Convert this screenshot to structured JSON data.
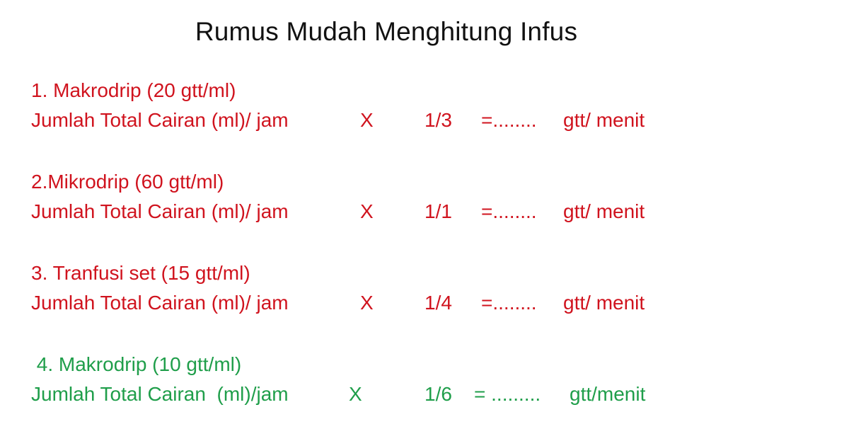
{
  "title": "Rumus Mudah Menghitung Infus",
  "colors": {
    "title": "#111111",
    "red": "#d0131e",
    "green": "#1f9e4a"
  },
  "formulas": [
    {
      "heading": "1. Makrodrip (20 gtt/ml)",
      "lhs": "Jumlah Total Cairan (ml)/ jam",
      "op": "X",
      "factor": "1/3",
      "equals": "=........",
      "unit": "gtt/ menit",
      "color": "red"
    },
    {
      "heading": "2.Mikrodrip (60 gtt/ml)",
      "lhs": "Jumlah Total Cairan (ml)/ jam",
      "op": "X",
      "factor": "1/1",
      "equals": "=........",
      "unit": "gtt/ menit",
      "color": "red"
    },
    {
      "heading": "3. Tranfusi set (15 gtt/ml)",
      "lhs": "Jumlah Total Cairan (ml)/ jam",
      "op": "X",
      "factor": "1/4",
      "equals": "=........",
      "unit": "gtt/ menit",
      "color": "red"
    },
    {
      "heading": " 4. Makrodrip (10 gtt/ml)",
      "lhs": "Jumlah Total Cairan  (ml)/jam",
      "op": "X",
      "factor": "1/6",
      "equals": "= .........",
      "unit": "gtt/menit",
      "color": "green"
    }
  ]
}
